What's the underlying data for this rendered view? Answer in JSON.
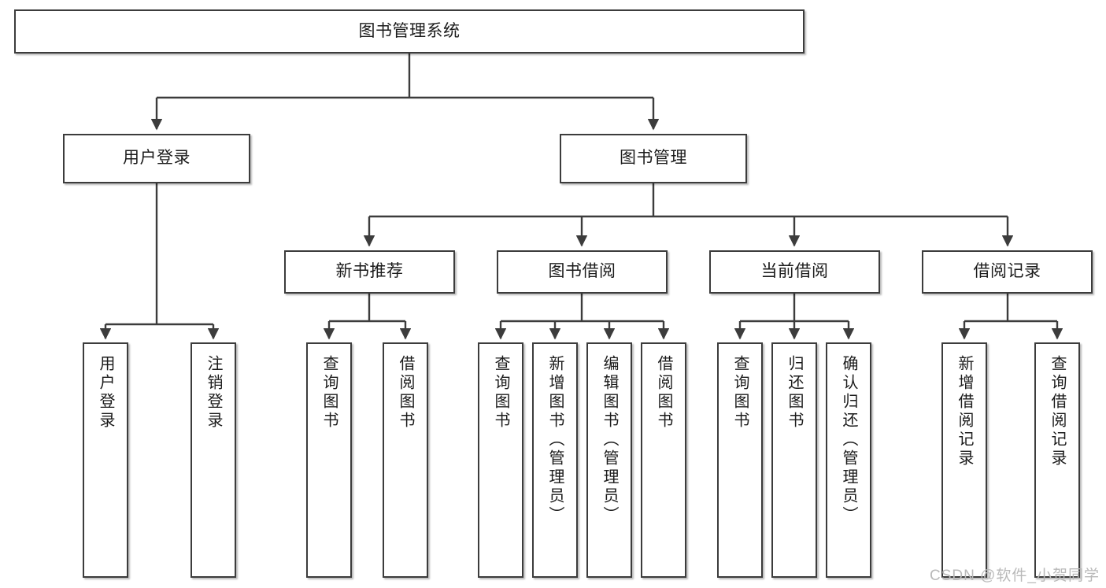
{
  "diagram": {
    "type": "tree",
    "title_node": "图书管理系统",
    "style": {
      "box_border_color": "#3c3c3c",
      "box_fill_color": "#ffffff",
      "line_color": "#3c3c3c",
      "background_color": "#ffffff",
      "watermark_color": "#b9b9b9"
    },
    "nodes": {
      "root": {
        "label": "图书管理系统"
      },
      "level2": [
        {
          "label": "用户登录"
        },
        {
          "label": "图书管理"
        }
      ],
      "level3": [
        {
          "label": "新书推荐"
        },
        {
          "label": "图书借阅"
        },
        {
          "label": "当前借阅"
        },
        {
          "label": "借阅记录"
        }
      ],
      "leaves": {
        "user_login": [
          {
            "label": "用户登录"
          },
          {
            "label": "注销登录"
          }
        ],
        "new_book_recommend": [
          {
            "label": "查询图书"
          },
          {
            "label": "借阅图书"
          }
        ],
        "book_borrow": [
          {
            "label": "查询图书"
          },
          {
            "label": "新增图书（管理员）"
          },
          {
            "label": "编辑图书（管理员）"
          },
          {
            "label": "借阅图书"
          }
        ],
        "current_borrow": [
          {
            "label": "查询图书"
          },
          {
            "label": "归还图书"
          },
          {
            "label": "确认归还（管理员）"
          }
        ],
        "borrow_record": [
          {
            "label": "新增借阅记录"
          },
          {
            "label": "查询借阅记录"
          }
        ]
      }
    },
    "watermark": "CSDN @软件_小贺同学"
  }
}
